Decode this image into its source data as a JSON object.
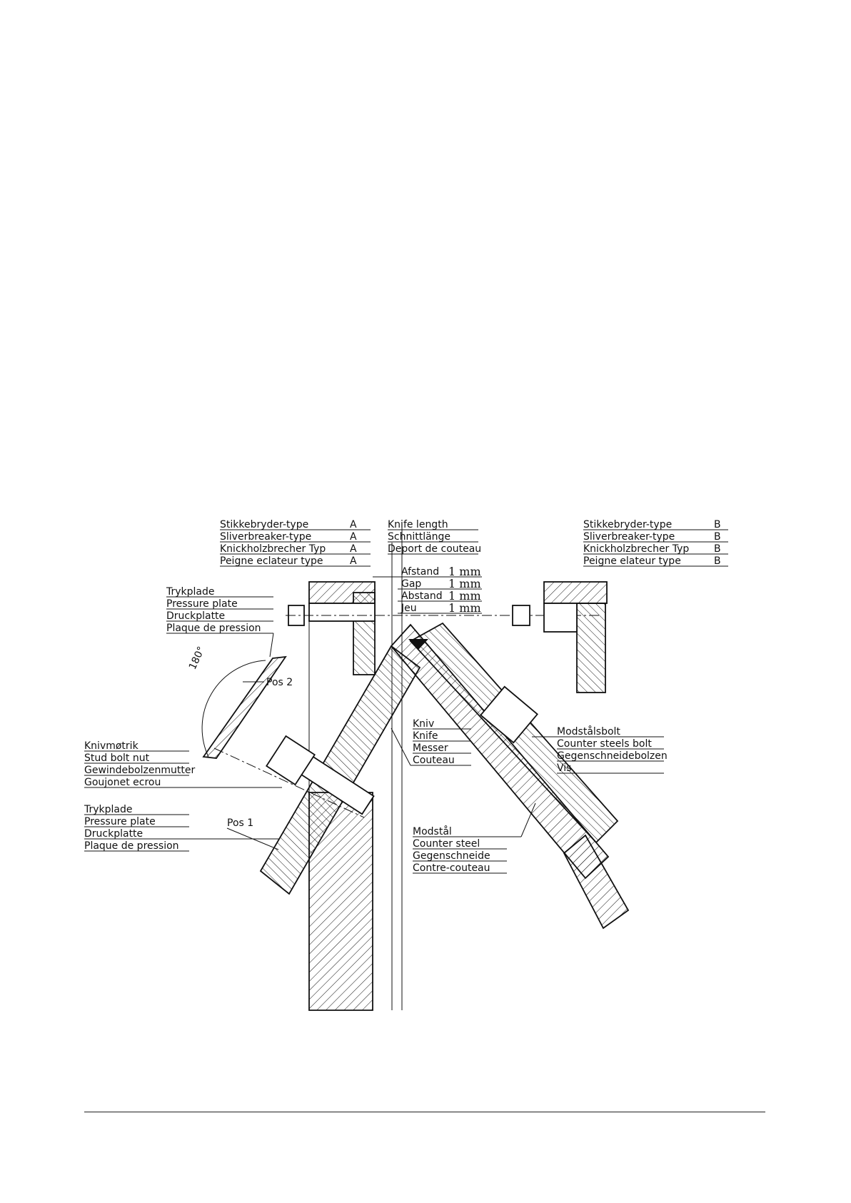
{
  "type_a": [
    "Stikkebryder-type",
    "Sliverbreaker-type",
    "Knickholzbrecher Typ",
    "Peigne eclateur type"
  ],
  "type_a_code": "A",
  "type_b": [
    "Stikkebryder-type",
    "Sliverbreaker-type",
    "Knickholzbrecher Typ",
    "Peigne elateur type"
  ],
  "type_b_code": "B",
  "knife_length": [
    "Knife length",
    "Schnittlänge",
    "Deport de couteau"
  ],
  "gap_labels": [
    "Afstand",
    "Gap",
    "Abstand",
    "Jeu"
  ],
  "gap_value": "1 mm",
  "pressure_plate_top": [
    "Trykplade",
    "Pressure plate",
    "Druckplatte",
    "Plaque de pression"
  ],
  "pressure_plate_bottom": [
    "Trykplade",
    "Pressure plate",
    "Druckplatte",
    "Plaque de pression"
  ],
  "stud_bolt_nut": [
    "Knivmøtrik",
    "Stud bolt nut",
    "Gewindebolzenmutter",
    "Goujonet ecrou"
  ],
  "knife": [
    "Kniv",
    "Knife",
    "Messer",
    "Couteau"
  ],
  "counter_steel": [
    "Modstål",
    "Counter steel",
    "Gegenschneide",
    "Contre-couteau"
  ],
  "counter_steel_bolt": [
    "Modstålsbolt",
    "Counter steels bolt",
    "Gegenschneidebolzen",
    "Vis"
  ],
  "angle": "180°",
  "pos1": "Pos 1",
  "pos2": "Pos 2"
}
